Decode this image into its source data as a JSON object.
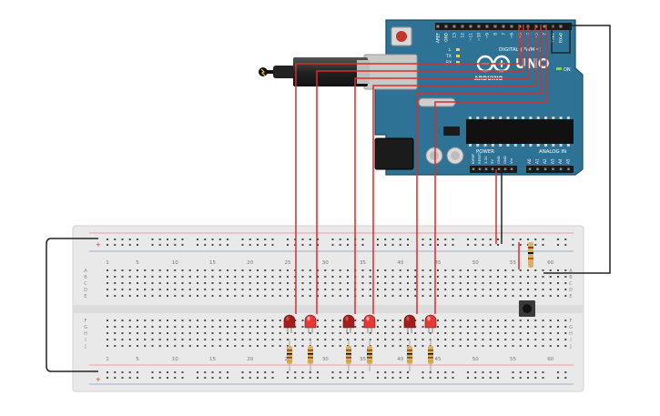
{
  "board": {
    "name": "UNO",
    "brand": "ARDUINO",
    "digital_label": "DIGITAL (PWM~)",
    "power_label": "POWER",
    "analog_label": "ANALOG IN",
    "on_label": "ON",
    "tx_label": "TX",
    "rx_label": "RX",
    "l_label": "L",
    "top_pins": [
      "AREF",
      "GND",
      "13",
      "12",
      "~11",
      "~10",
      "~9",
      "8",
      "7",
      "~6",
      "~5",
      "4",
      "~3",
      "2",
      "TX▸1",
      "RX◂0"
    ],
    "power_pins": [
      "IOREF",
      "RESET",
      "3.3V",
      "5V",
      "GND",
      "GND",
      "Vin"
    ],
    "analog_pins": [
      "A0",
      "A1",
      "A2",
      "A3",
      "A4",
      "A5"
    ]
  },
  "breadboard": {
    "column_numbers": [
      "1",
      "5",
      "10",
      "15",
      "20",
      "25",
      "30",
      "35",
      "40",
      "45",
      "50",
      "55",
      "60"
    ],
    "row_letters_top": [
      "A",
      "B",
      "C",
      "D",
      "E"
    ],
    "row_letters_bottom": [
      "F",
      "G",
      "H",
      "I",
      "J"
    ],
    "plus_label": "+"
  },
  "colors": {
    "board": "#2d6f8f",
    "board_dark": "#1f4f68",
    "breadboard": "#e7e7e7",
    "wire_red": "#d32f2f",
    "wire_black": "#222222",
    "led_red": "#c62828",
    "resistor": "#d9b06a"
  },
  "leds": [
    {
      "name": "led-1",
      "lit": false
    },
    {
      "name": "led-2",
      "lit": true
    },
    {
      "name": "led-3",
      "lit": false
    },
    {
      "name": "led-4",
      "lit": true
    },
    {
      "name": "led-5",
      "lit": false
    },
    {
      "name": "led-6",
      "lit": true
    }
  ]
}
